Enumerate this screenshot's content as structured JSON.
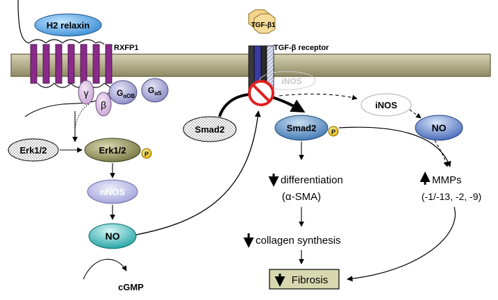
{
  "receptors": {
    "rxfp1": "RXFP1",
    "tgf_receptor": "TGF-β receptor",
    "tgf_ligand": "TGF-β1"
  },
  "molecules": {
    "h2_relaxin": "H2 relaxin",
    "g_alpha_ob_main": "G",
    "g_alpha_ob_sub": "αOB",
    "g_alpha_s_main": "G",
    "g_alpha_s_sub": "αS",
    "gamma": "γ",
    "beta": "β",
    "erk_unphos": "Erk1/2",
    "erk_phos": "Erk1/2",
    "phospho": "P",
    "nnos": "nNOS",
    "no_left": "NO",
    "cgmp": "cGMP",
    "smad2_unphos": "Smad2",
    "smad2_phos": "Smad2",
    "inos_faded": "iNOS",
    "inos": "iNOS",
    "no_right": "NO"
  },
  "outcomes": {
    "differentiation": "differentiation",
    "alpha_sma": "(α-SMA)",
    "collagen": "collagen synthesis",
    "mmps": "MMPs",
    "mmp_list": "(-1/-13, -2, -9)",
    "fibrosis": "Fibrosis"
  },
  "colors": {
    "membrane": "#b5b08a",
    "rxfp1_helix": "#8a2a8a",
    "h2_relaxin": "#4a9ee0",
    "g_protein": "#a8a8d8",
    "gamma_beta": "#d8b8e0",
    "erk_phos": "#9a9a60",
    "nnos": "#b8b8e8",
    "no": "#30b0b0",
    "smad2_phos": "#4a80b8",
    "phospho": "#f2c500",
    "inhibit": "#e02020",
    "fibrosis_box": "#d8d8b0"
  }
}
